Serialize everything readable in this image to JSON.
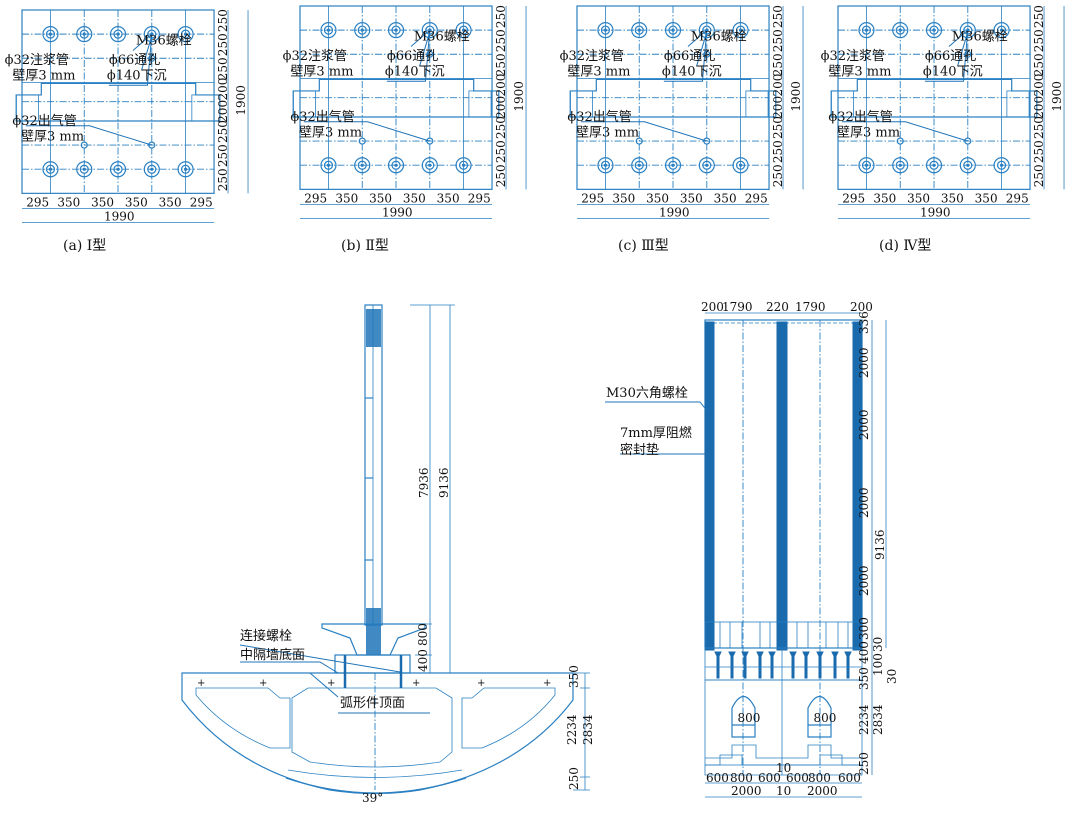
{
  "colors": {
    "line": "#2a80c2",
    "dark": "#1a6aae"
  },
  "panels": [
    {
      "caption": "(a) Ⅰ型"
    },
    {
      "caption": "(b) Ⅱ型"
    },
    {
      "caption": "(c) Ⅲ型"
    },
    {
      "caption": "(d) Ⅳ型"
    }
  ],
  "panel_labels": {
    "bolt": "M36螺栓",
    "grout": "ϕ32注浆管",
    "hole": "ϕ66通孔",
    "wall": "壁厚3 mm",
    "sink": "ϕ140下沉",
    "vent": "ϕ32出气管",
    "wall2": "壁厚3 mm"
  },
  "panel_dims": {
    "bottom": [
      "295",
      "350",
      "350",
      "350",
      "350",
      "295"
    ],
    "total_w": "1990",
    "right": [
      "250",
      "250",
      "250",
      "200",
      "200",
      "250",
      "250",
      "250"
    ],
    "total_h": "1900"
  },
  "section": {
    "labels": {
      "bolt": "连接螺栓",
      "wall_bottom": "中隔墙底面",
      "arc_top": "弧形件顶面",
      "angle": "39°"
    },
    "dims": {
      "d7936": "7936",
      "d9136": "9136",
      "d800": "800",
      "d400": "400",
      "d350": "350",
      "d2234": "2234",
      "d2834": "2834",
      "d250": "250"
    }
  },
  "elevation": {
    "labels": {
      "bolt": "M30六角螺栓",
      "pad1": "7mm厚阻燃",
      "pad2": "密封垫"
    },
    "top_dims": [
      "200",
      "1790",
      "220",
      "1790",
      "200"
    ],
    "right_dims": [
      "336",
      "2000",
      "2000",
      "2000",
      "2000",
      "300",
      "400",
      "30",
      "100",
      "30",
      "350",
      "2234",
      "2834",
      "250"
    ],
    "total": "9136",
    "opening": "800",
    "bottom_dims": [
      "600",
      "800",
      "600",
      "600",
      "800",
      "600"
    ],
    "mid": "10",
    "bottom_total": [
      "2000",
      "10",
      "2000"
    ]
  }
}
